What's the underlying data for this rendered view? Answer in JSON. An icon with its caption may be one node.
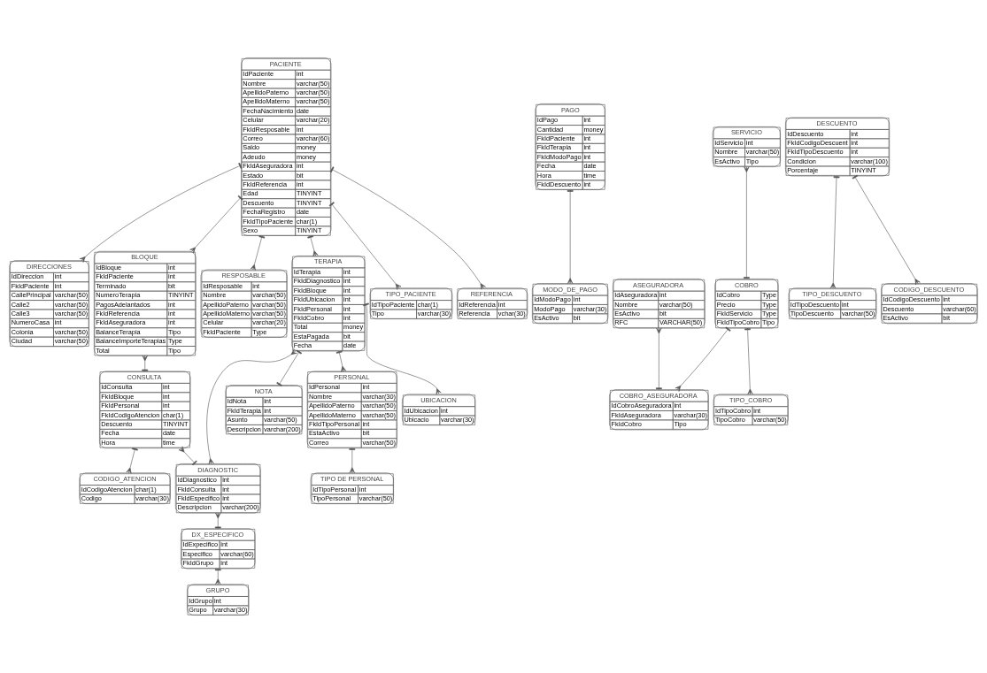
{
  "diagram": {
    "nodes": [
      {
        "text": [
          "DIRECCIONES",
          "IdDireccion",
          "int",
          "FkIdPaciente",
          "int",
          "CallePrincipal",
          "varchar(50)",
          "Calle2",
          "varchar(50)",
          "Calle3",
          "varchar(50)",
          "NumeroCasa",
          "int",
          "Colonia",
          "varchar(50)",
          "Ciudad",
          "varchar(50)"
        ]
      },
      {
        "text": [
          "PACIENTE",
          "IdPaciente",
          "int",
          "Nombre",
          "varchar(50)",
          "ApellidoPaterno",
          "varchar(50)",
          "ApellidoMaterno",
          "varchar(50)",
          "FechaNacimiento",
          "date",
          "Celular",
          "varchar(20)",
          "FkIdResposable",
          "int",
          "Correo",
          "varchar(60)",
          "Saldo",
          "money",
          "Adeudo",
          "money",
          "FkIdAseguradora",
          "int",
          "Estado",
          "bit",
          "FkIdReferencia",
          "int",
          "Edad",
          "TINYINT",
          "Descuento",
          "TINYINT",
          "FechaRegistro",
          "date",
          "FkIdTipoPaciente",
          "char(1)",
          "Sexo",
          "TINYINT"
        ]
      },
      {
        "text": [
          "BLOQUE",
          "IdBloque",
          "int",
          "FkIdPaciente",
          "int",
          "Terminado",
          "bit",
          "NumeroTerapia",
          "TINYINT",
          "PagosAdelantados",
          "int",
          "FkIdReferencia",
          "int",
          "FkIdAseguradora",
          "int",
          "BalanceTerapia",
          "Tipo",
          "BalanceImporteTerapias",
          "Type",
          "Total",
          "Tipo"
        ]
      },
      {
        "text": [
          "CONSULTA",
          "IdConsulta",
          "int",
          "FkIdBloque",
          "int",
          "FkIdPersonal",
          "int",
          "FkIdCodigoAtencion",
          "char(1)",
          "Descuento",
          "TINYINT",
          "Fecha",
          "date",
          "Hora",
          "time"
        ]
      },
      {
        "text": [
          "PAGO",
          "IdPago",
          "int",
          "Cantidad",
          "money",
          "FkIdPaciente",
          "int",
          "FkIdTerapia",
          "int",
          "FkIdModoPago",
          "int",
          "Fecha",
          "date",
          "Hora",
          "time",
          "FkIdDescuento",
          "int"
        ]
      },
      {
        "text": [
          "RESPOSABLE",
          "IdResposable",
          "int",
          "Nombre",
          "varchar(50)",
          "ApellidoPaterno",
          "varchar(50)",
          "ApellidoMaterno",
          "varchar(50)",
          "Celular",
          "varchar(20)",
          "FkIdPaciente",
          "Type"
        ]
      },
      {
        "text": [
          "CODIGO_ATENCION",
          "IdCodigoAtencion",
          "char(1)",
          "Codigo",
          "varchar(30)"
        ]
      },
      {
        "text": [
          "DX_ESPECIFICO",
          "IdExpecifico",
          "int",
          "Especifico",
          "varchar(60)",
          "FkIdGrupo",
          "int"
        ]
      },
      {
        "text": [
          "DIAGNOSTIC",
          "IdDiagnostico",
          "int",
          "FkIdConsulta",
          "int",
          "FkIdEspecifico",
          "int",
          "Descripcion",
          "varchar(200)"
        ]
      },
      {
        "text": [
          "TERAPIA",
          "IdTerapia",
          "int",
          "FkIdDiagnostico",
          "int",
          "FkIdBloque",
          "int",
          "FkIdUbicacion",
          "int",
          "FkIdPersonal",
          "int",
          "FkIdCobro",
          "int",
          "Total",
          "money",
          "EstaPagada",
          "bit",
          "Fecha",
          "date"
        ]
      },
      {
        "text": [
          "GRUPO",
          "IdGrupo",
          "int",
          "Grupo",
          "varchar(30)"
        ]
      },
      {
        "text": [
          "TIPO_PACIENTE",
          "IdTipoPaciente",
          "char(1)",
          "Tipo",
          "varchar(30)"
        ]
      },
      {
        "text": [
          "MODO_DE_PAGO",
          "IdModoPago",
          "int",
          "ModoPago",
          "varchar(30)",
          "EsActivo",
          "bit"
        ]
      },
      {
        "text": [
          "REFERENCIA",
          "IdReferencia",
          "int",
          "Referencia",
          "vchar(30)"
        ]
      },
      {
        "text": [
          "NOTA",
          "IdNota",
          "int",
          "FkIdTerapia",
          "int",
          "Asunto",
          "varchar(50)",
          "Descripcion",
          "varchar(200)"
        ]
      },
      {
        "text": [
          "ASEGURADORA",
          "IdAseguradora",
          "int",
          "Nombre",
          "varchar(50)",
          "EsActivo",
          "bit",
          "RFC",
          "VARCHAR(50)"
        ]
      },
      {
        "text": [
          "PERSONAL",
          "IdPersonal",
          "int",
          "Nombre",
          "varchar(30)",
          "ApellidoPaterno",
          "varchar(50)",
          "ApellidoMaterno",
          "varchar(50)",
          "FkIdTipoPersonal",
          "int",
          "EstaActivo",
          "bit",
          "Correo",
          "varchar(50)"
        ]
      },
      {
        "text": [
          "TIPO_DESCUENTO",
          "IdTipoDescuento",
          "int",
          "TipoDescuento",
          "varchar(50)"
        ]
      },
      {
        "text": [
          "COBRO",
          "IdCobro",
          "Type",
          "Precio",
          "Type",
          "FkIdServicio",
          "Type",
          "FkIdTipoCobro",
          "Tipo"
        ]
      },
      {
        "text": [
          "SERVICIO",
          "IdServicio",
          "int",
          "Nombre",
          "varchar(50)",
          "EsActivo",
          "Tipo"
        ]
      },
      {
        "text": [
          "COBRO_ASEGURADORA",
          "IdCobroAseguradora",
          "int",
          "FkIdAseguradora",
          "varchar(30)",
          "FkIdCobro",
          "Tipo"
        ]
      },
      {
        "text": [
          "DESCUENTO",
          "IdDescuento",
          "int",
          "FkIdCodigoDescuent",
          "int",
          "FkIdTipoDescuento",
          "int",
          "Condicion",
          "varchar(100)",
          "Porcentaje",
          "TINYINT"
        ]
      },
      {
        "text": [
          "CODIGO_DESCUENTO",
          "IdCodigoDescuento",
          "int",
          "Descuento",
          "varchar(60)",
          "EsActivo",
          "bit"
        ]
      },
      {
        "text": [
          "TIPO_COBRO",
          "IdTipoCobro",
          "int",
          "TipoCobro",
          "varchar(50)"
        ]
      },
      {
        "text": [
          "TIPO DE PERSONAL",
          "IdTipoPersonal",
          "int",
          "TipoPersonal",
          "varchar(50)"
        ]
      },
      {
        "text": [
          "UBICACION",
          "IdUbicacion",
          "int",
          "Ubicacio",
          "varchar(30)"
        ]
      }
    ],
    "edges": [
      {
        "from": 1,
        "to": 0,
        "arrow": "other"
      },
      {
        "from": 1,
        "to": 2,
        "arrow": "other"
      },
      {
        "from": 2,
        "to": 3,
        "arrow": "other"
      },
      {
        "from": 3,
        "to": 6,
        "arrow": "other"
      },
      {
        "from": 3,
        "to": 8,
        "arrow": "other"
      },
      {
        "from": 8,
        "to": 7,
        "arrow": "other"
      },
      {
        "from": 7,
        "to": 10,
        "arrow": "other"
      },
      {
        "from": 1,
        "to": 9,
        "arrow": "other"
      },
      {
        "from": 9,
        "to": 8,
        "arrow": "other"
      },
      {
        "from": 9,
        "to": 14,
        "arrow": "other"
      },
      {
        "from": 1,
        "to": 5,
        "arrow": "other"
      },
      {
        "from": 1,
        "to": 13,
        "arrow": "other"
      },
      {
        "from": 1,
        "to": 11,
        "arrow": "other"
      },
      {
        "from": 4,
        "to": 12,
        "arrow": "other"
      },
      {
        "from": 9,
        "to": 25,
        "arrow": "other"
      },
      {
        "from": 9,
        "to": 16,
        "arrow": "other"
      },
      {
        "from": 16,
        "to": 24,
        "arrow": "other"
      },
      {
        "from": 19,
        "to": 18,
        "arrow": "other"
      },
      {
        "from": 18,
        "to": 23,
        "arrow": "other"
      },
      {
        "from": 18,
        "to": 20,
        "arrow": "other"
      },
      {
        "from": 15,
        "to": 20,
        "arrow": "other"
      },
      {
        "from": 21,
        "to": 17,
        "arrow": "other"
      },
      {
        "from": 21,
        "to": 22,
        "arrow": "other"
      }
    ]
  }
}
